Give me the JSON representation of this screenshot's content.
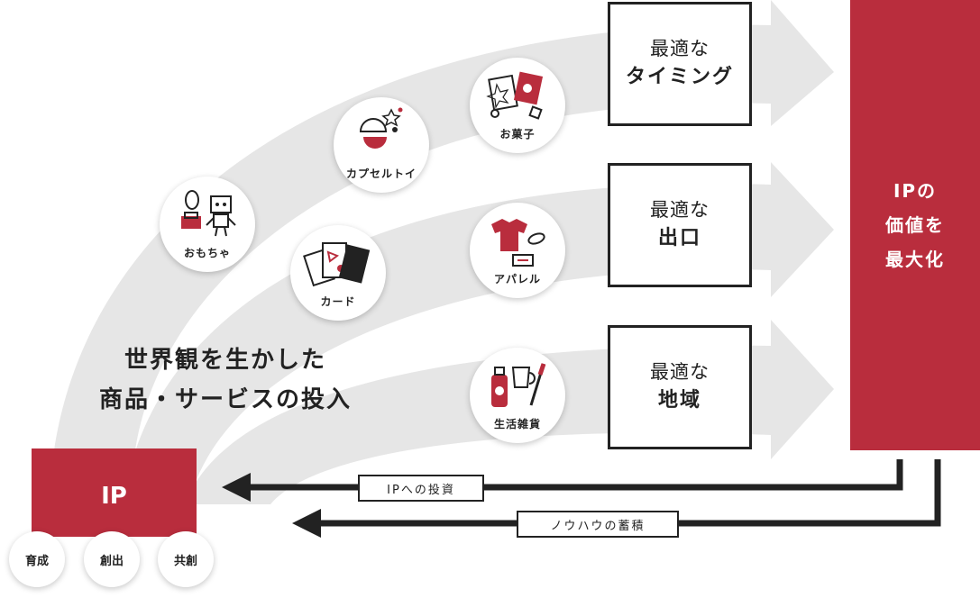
{
  "boxes": [
    {
      "line1": "最適な",
      "line2": "タイミング"
    },
    {
      "line1": "最適な",
      "line2": "出口"
    },
    {
      "line1": "最適な",
      "line2": "地域"
    }
  ],
  "maximize": {
    "line1": "IPの",
    "line2": "価値を",
    "line3": "最大化"
  },
  "ip": {
    "label": "IP",
    "tags": [
      "育成",
      "創出",
      "共創"
    ]
  },
  "headline": {
    "line1": "世界観を生かした",
    "line2": "商品・サービスの投入"
  },
  "products": [
    {
      "label": "おもちゃ",
      "icon": "toy-robot-icon"
    },
    {
      "label": "カプセルトイ",
      "icon": "capsule-toy-icon"
    },
    {
      "label": "お菓子",
      "icon": "snack-icon"
    },
    {
      "label": "カード",
      "icon": "card-icon"
    },
    {
      "label": "アパレル",
      "icon": "apparel-icon"
    },
    {
      "label": "生活雑貨",
      "icon": "household-goods-icon"
    }
  ],
  "flows": {
    "investment": "IPへの投資",
    "knowhow": "ノウハウの蓄積"
  },
  "colors": {
    "accent": "#b92d3d",
    "dark": "#222222",
    "band": "#e6e6e6"
  }
}
